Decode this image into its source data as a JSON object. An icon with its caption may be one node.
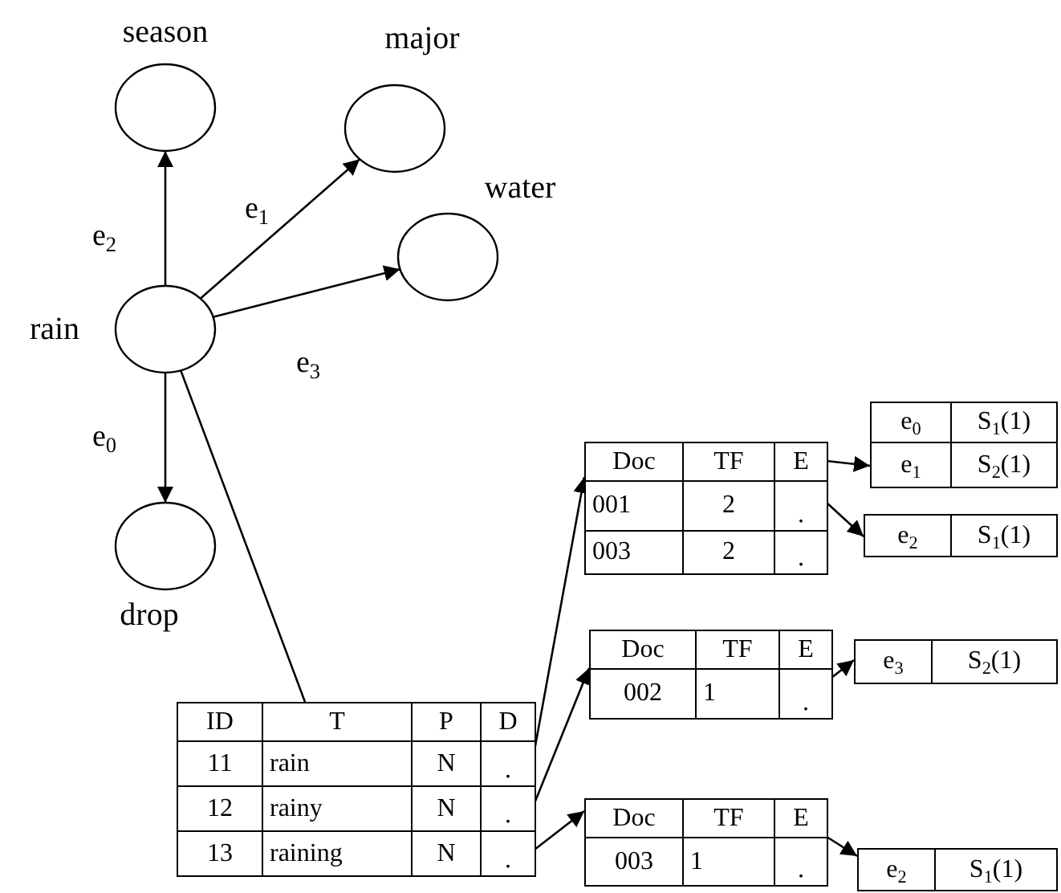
{
  "diagram": {
    "nodes": [
      {
        "text": [
          "season"
        ]
      },
      {
        "text": [
          "major"
        ]
      },
      {
        "text": [
          "water"
        ]
      },
      {
        "text": [
          "rain"
        ]
      },
      {
        "text": [
          "drop"
        ]
      },
      {
        "text": [
          "ID",
          "T",
          "P",
          "D",
          "11",
          "rain",
          "N",
          ".",
          "12",
          "rainy",
          "N",
          ".",
          "13",
          "raining",
          "N",
          "."
        ]
      },
      {
        "text": [
          "Doc",
          "TF",
          "E",
          "001",
          "2",
          ".",
          "003",
          "2",
          "."
        ]
      },
      {
        "text": [
          "e$_{0}$",
          "S$_{1}$(1)",
          "e$_{1}$",
          "S$_{2}$(1)"
        ]
      },
      {
        "text": [
          "e$_{2}$",
          "S$_{1}$(1)"
        ]
      },
      {
        "text": [
          "Doc",
          "TF",
          "E",
          "002",
          "1",
          "."
        ]
      },
      {
        "text": [
          "e$_{3}$",
          "S$_{2}$(1)"
        ]
      },
      {
        "text": [
          "Doc",
          "TF",
          "E",
          "003",
          "1",
          "."
        ]
      },
      {
        "text": [
          "e$_{2}$",
          "S$_{1}$(1)"
        ]
      }
    ],
    "edges": [
      {
        "from": 3,
        "to": 0,
        "arrow": "to",
        "label": "e$_{2}$"
      },
      {
        "from": 3,
        "to": 1,
        "arrow": "to",
        "label": "e$_{1}$"
      },
      {
        "from": 3,
        "to": 2,
        "arrow": "to",
        "label": "e$_{3}$"
      },
      {
        "from": 3,
        "to": 4,
        "arrow": "to",
        "label": "e$_{0}$"
      },
      {
        "from": 3,
        "to": 5,
        "arrow": "none"
      },
      {
        "from": 5,
        "to": 6,
        "arrow": "to"
      },
      {
        "from": 5,
        "to": 9,
        "arrow": "to"
      },
      {
        "from": 5,
        "to": 11,
        "arrow": "to"
      },
      {
        "from": 6,
        "to": 7,
        "arrow": "to"
      },
      {
        "from": 6,
        "to": 8,
        "arrow": "to"
      },
      {
        "from": 9,
        "to": 10,
        "arrow": "to"
      },
      {
        "from": 11,
        "to": 12,
        "arrow": "to"
      }
    ]
  }
}
